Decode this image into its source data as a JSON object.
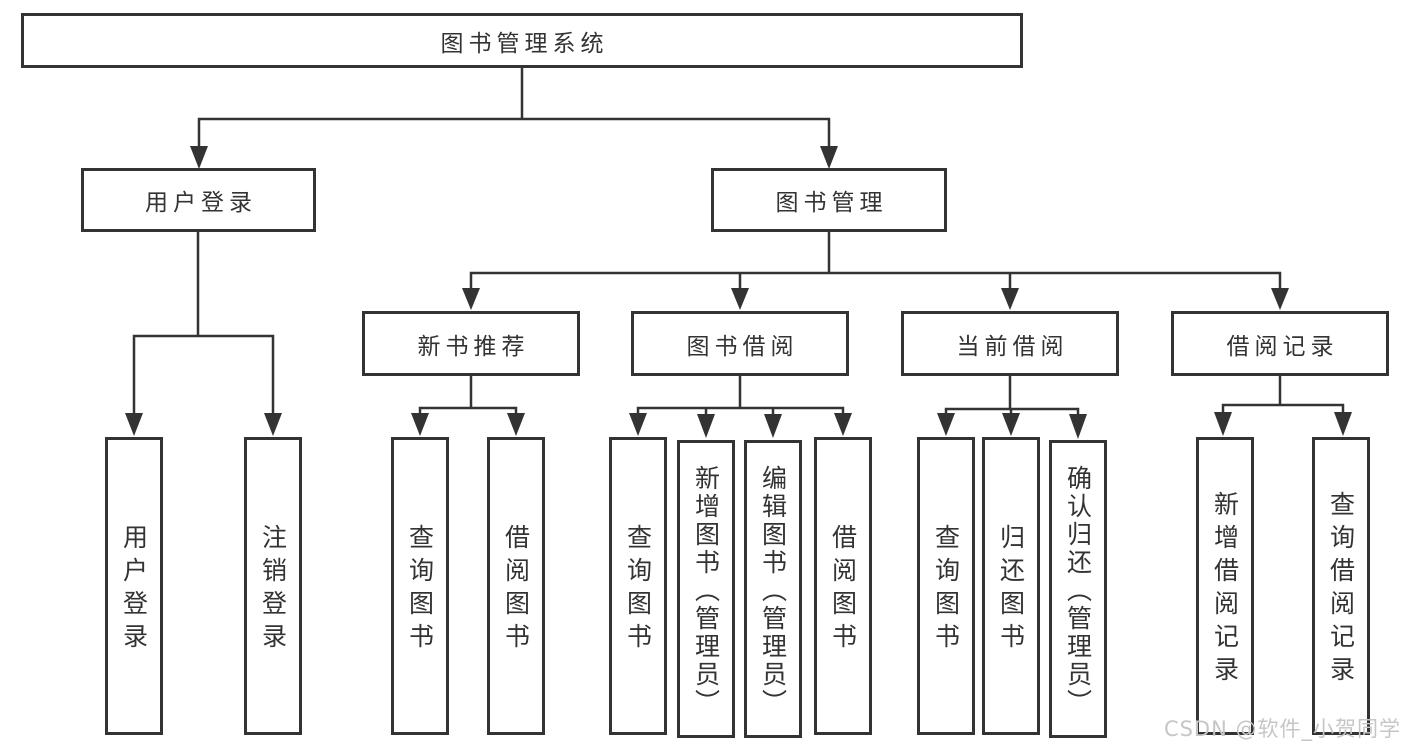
{
  "colors": {
    "line": "#333333",
    "text": "#333333",
    "background": "#ffffff",
    "watermark": "#c6c6c6"
  },
  "root": {
    "label": "图书管理系统"
  },
  "level2": [
    {
      "label": "用户登录"
    },
    {
      "label": "图书管理"
    }
  ],
  "level3": [
    {
      "label": "新书推荐"
    },
    {
      "label": "图书借阅"
    },
    {
      "label": "当前借阅"
    },
    {
      "label": "借阅记录"
    }
  ],
  "level4": {
    "user_login": [
      {
        "label": "用户登录"
      },
      {
        "label": "注销登录"
      }
    ],
    "new_books": [
      {
        "label": "查询图书"
      },
      {
        "label": "借阅图书"
      }
    ],
    "book_borrow": [
      {
        "label": "查询图书"
      },
      {
        "label": "新增图书（管理员）"
      },
      {
        "label": "编辑图书（管理员）"
      },
      {
        "label": "借阅图书"
      }
    ],
    "current_borrow": [
      {
        "label": "查询图书"
      },
      {
        "label": "归还图书"
      },
      {
        "label": "确认归还（管理员）"
      }
    ],
    "borrow_records": [
      {
        "label": "新增借阅记录"
      },
      {
        "label": "查询借阅记录"
      }
    ]
  },
  "watermark": {
    "text": "CSDN @软件_小贺同学"
  }
}
